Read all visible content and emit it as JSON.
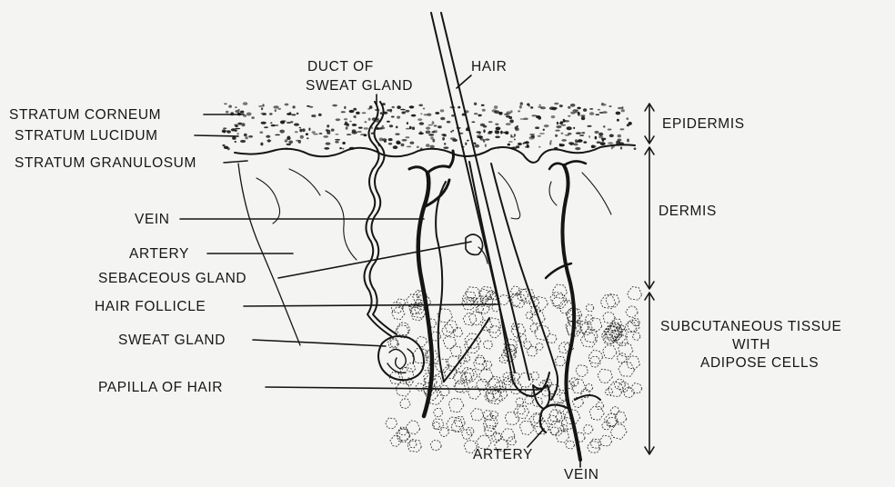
{
  "labels": {
    "duct_of_sweat_gland_1": "DUCT OF",
    "duct_of_sweat_gland_2": "SWEAT GLAND",
    "hair": "HAIR",
    "stratum_corneum": "STRATUM CORNEUM",
    "stratum_lucidum": "STRATUM LUCIDUM",
    "stratum_granulosum": "STRATUM GRANULOSUM",
    "vein_upper": "VEIN",
    "artery_upper": "ARTERY",
    "sebaceous_gland": "SEBACEOUS GLAND",
    "hair_follicle": "HAIR FOLLICLE",
    "sweat_gland": "SWEAT GLAND",
    "papilla_of_hair": "PAPILLA OF HAIR",
    "artery_lower": "ARTERY",
    "vein_lower": "VEIN"
  },
  "layers": {
    "epidermis": "EPIDERMIS",
    "dermis": "DERMIS",
    "subcutaneous_1": "SUBCUTANEOUS TISSUE",
    "subcutaneous_2": "WITH",
    "subcutaneous_3": "ADIPOSE CELLS"
  },
  "colors": {
    "background": "#f4f4f2",
    "ink": "#151515"
  }
}
